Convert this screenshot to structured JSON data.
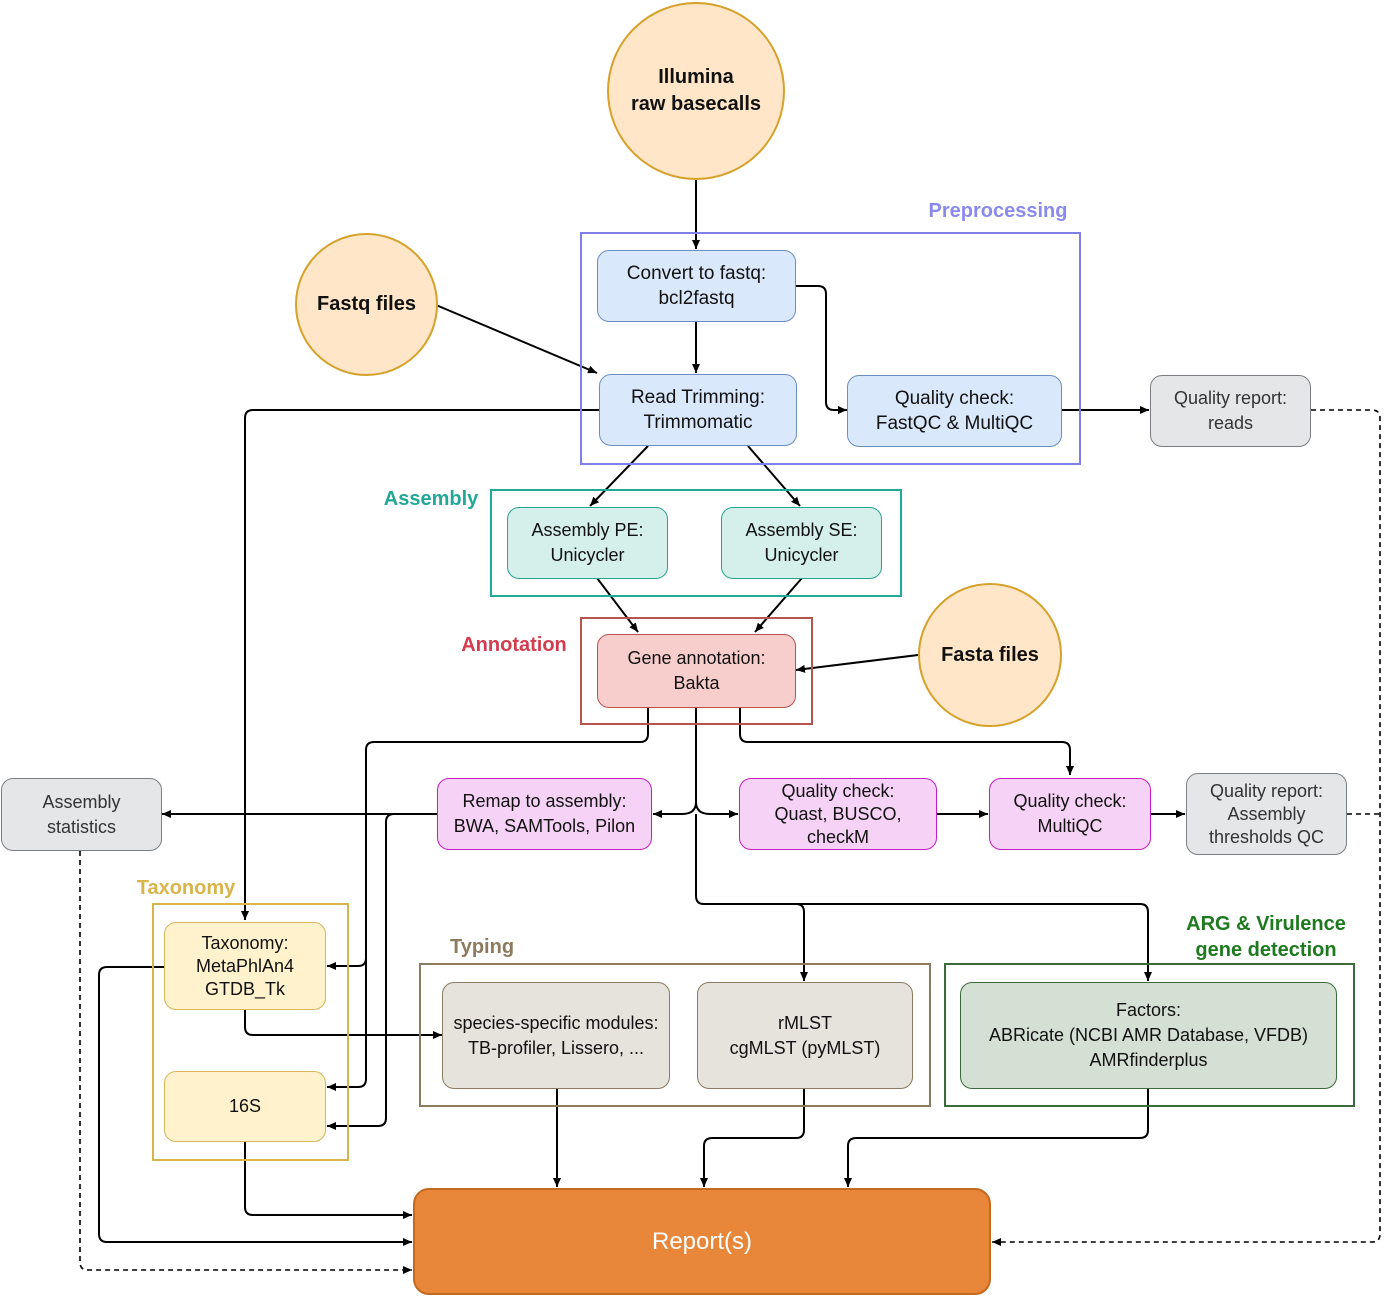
{
  "sources": {
    "illumina": "Illumina\nraw basecalls",
    "fastq": "Fastq files",
    "fasta": "Fasta files"
  },
  "groups": {
    "preprocessing": "Preprocessing",
    "assembly": "Assembly",
    "annotation": "Annotation",
    "taxonomy": "Taxonomy",
    "typing": "Typing",
    "arg": "ARG & Virulence\ngene detection"
  },
  "steps": {
    "convert": "Convert to fastq:\nbcl2fastq",
    "trimming": "Read Trimming:\nTrimmomatic",
    "qc_reads": "Quality check:\nFastQC & MultiQC",
    "qr_reads": "Quality report:\nreads",
    "assembly_pe": "Assembly PE:\nUnicycler",
    "assembly_se": "Assembly SE:\nUnicycler",
    "gene_annotation": "Gene annotation:\nBakta",
    "assembly_stats": "Assembly\nstatistics",
    "remap": "Remap to assembly:\nBWA, SAMTools, Pilon",
    "qc_assembly": "Quality check:\nQuast, BUSCO,\ncheckM",
    "qc_multiqc": "Quality check:\nMultiQC",
    "qr_assembly": "Quality report:\nAssembly\nthresholds QC",
    "taxonomy_tools": "Taxonomy:\nMetaPhlAn4\nGTDB_Tk",
    "s16": "16S",
    "species_modules": "species-specific modules:\nTB-profiler, Lissero, ...",
    "mlst": "rMLST\ncgMLST (pyMLST)",
    "factors": "Factors:\nABRicate (NCBI AMR Database, VFDB)\nAMRfinderplus",
    "report": "Report(s)"
  },
  "colors": {
    "preprocessing": "#7f7fe8",
    "assembly": "#22a896",
    "annotation": "#d33b4e",
    "taxonomy": "#d9b44a",
    "typing": "#8c7b5f",
    "arg": "#1e7a1e"
  }
}
